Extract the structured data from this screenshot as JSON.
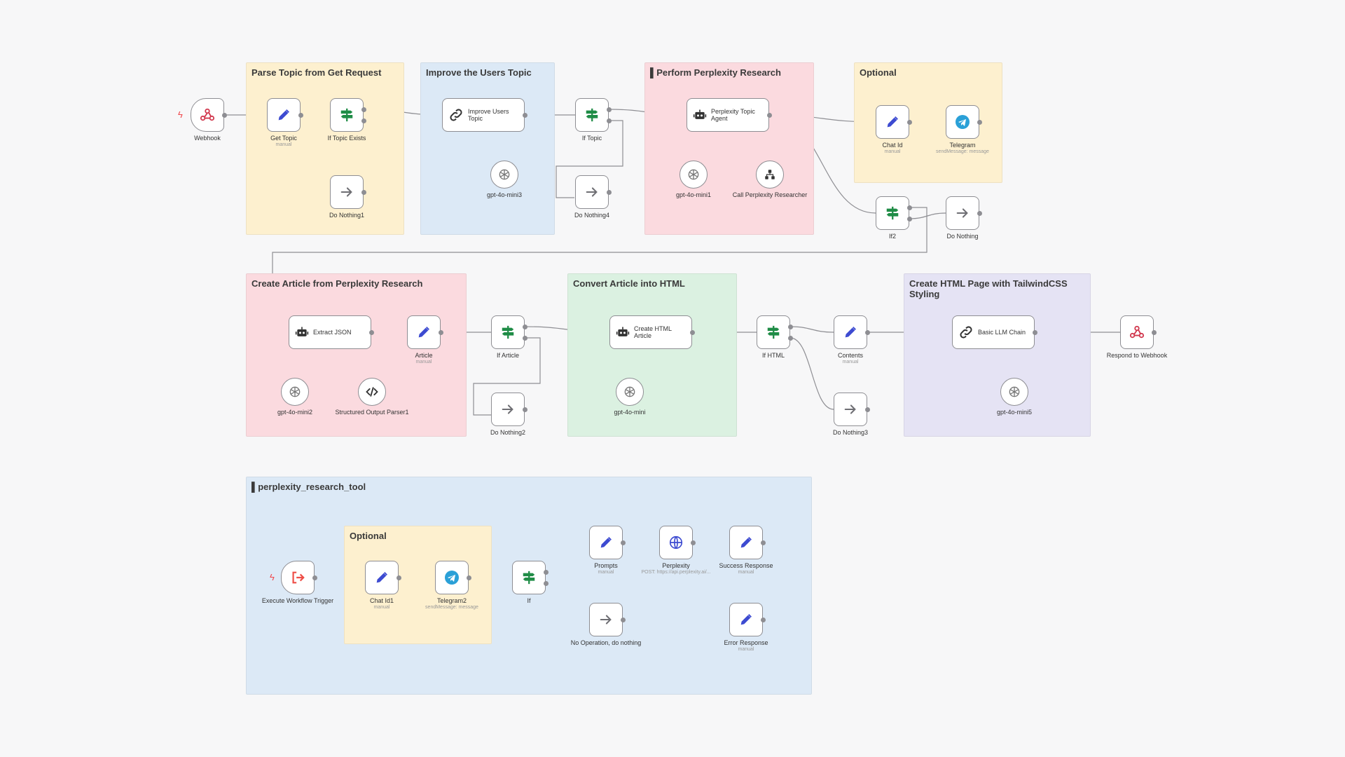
{
  "colors": {
    "group_yellow": "#fdf0cf",
    "group_blue": "#dce9f6",
    "group_red": "#fbdadf",
    "group_green": "#dbf1e1",
    "group_purple": "#e5e3f4",
    "icon_blue": "#3d4bd1",
    "icon_green": "#1f8c46",
    "icon_red": "#ee4e47",
    "telegram": "#2aa0d7",
    "connection": "#8e8e93"
  },
  "groups": [
    {
      "id": "g1",
      "title": "Parse Topic from Get Request",
      "color": "#fdf0cf"
    },
    {
      "id": "g2",
      "title": "Improve the Users Topic",
      "color": "#dce9f6"
    },
    {
      "id": "g3",
      "title": "▌Perform Perplexity Research",
      "color": "#fbdadf"
    },
    {
      "id": "g4",
      "title": "Optional",
      "color": "#fdf0cf"
    },
    {
      "id": "g5",
      "title": "Create Article from Perplexity Research",
      "color": "#fbdadf"
    },
    {
      "id": "g6",
      "title": "Convert Article into HTML",
      "color": "#dbf1e1"
    },
    {
      "id": "g7",
      "title": "Create HTML Page with TailwindCSS Styling",
      "color": "#e5e3f4"
    },
    {
      "id": "g8",
      "title": "▌perplexity_research_tool",
      "color": "#dce9f6"
    },
    {
      "id": "g9",
      "title": "Optional",
      "color": "#fdf0cf"
    }
  ],
  "nodes": [
    {
      "id": "webhook",
      "label": "Webhook",
      "sub": "",
      "icon": "webhook-icon"
    },
    {
      "id": "get_topic",
      "label": "Get Topic",
      "sub": "manual",
      "icon": "pencil-icon"
    },
    {
      "id": "if_topic_exists",
      "label": "If Topic Exists",
      "sub": "",
      "icon": "if-icon"
    },
    {
      "id": "do_nothing1",
      "label": "Do Nothing1",
      "sub": "",
      "icon": "arrow-right-icon"
    },
    {
      "id": "improve_users_topic",
      "label": "Improve Users Topic",
      "sub": "",
      "icon": "chain-icon"
    },
    {
      "id": "gpt_mini3",
      "label": "gpt-4o-mini3",
      "sub": "",
      "icon": "openai-icon"
    },
    {
      "id": "if_topic",
      "label": "If Topic",
      "sub": "",
      "icon": "if-icon"
    },
    {
      "id": "do_nothing4",
      "label": "Do Nothing4",
      "sub": "",
      "icon": "arrow-right-icon"
    },
    {
      "id": "perplexity_topic_agent",
      "label": "Perplexity Topic Agent",
      "sub": "",
      "icon": "robot-icon"
    },
    {
      "id": "gpt_mini1",
      "label": "gpt-4o-mini1",
      "sub": "",
      "icon": "openai-icon"
    },
    {
      "id": "call_perplexity",
      "label": "Call Perplexity Researcher",
      "sub": "",
      "icon": "workflow-icon"
    },
    {
      "id": "chat_id",
      "label": "Chat Id",
      "sub": "manual",
      "icon": "pencil-icon"
    },
    {
      "id": "telegram",
      "label": "Telegram",
      "sub": "sendMessage: message",
      "icon": "telegram-icon"
    },
    {
      "id": "if2",
      "label": "If2",
      "sub": "",
      "icon": "if-icon"
    },
    {
      "id": "do_nothing",
      "label": "Do Nothing",
      "sub": "",
      "icon": "arrow-right-icon"
    },
    {
      "id": "extract_json",
      "label": "Extract JSON",
      "sub": "",
      "icon": "robot-icon"
    },
    {
      "id": "gpt_mini2",
      "label": "gpt-4o-mini2",
      "sub": "",
      "icon": "openai-icon"
    },
    {
      "id": "structured_parser",
      "label": "Structured Output Parser1",
      "sub": "",
      "icon": "code-icon"
    },
    {
      "id": "article",
      "label": "Article",
      "sub": "manual",
      "icon": "pencil-icon"
    },
    {
      "id": "if_article",
      "label": "If Article",
      "sub": "",
      "icon": "if-icon"
    },
    {
      "id": "do_nothing2",
      "label": "Do Nothing2",
      "sub": "",
      "icon": "arrow-right-icon"
    },
    {
      "id": "create_html_article",
      "label": "Create HTML Article",
      "sub": "",
      "icon": "robot-icon"
    },
    {
      "id": "gpt_mini",
      "label": "gpt-4o-mini",
      "sub": "",
      "icon": "openai-icon"
    },
    {
      "id": "if_html",
      "label": "If HTML",
      "sub": "",
      "icon": "if-icon"
    },
    {
      "id": "contents",
      "label": "Contents",
      "sub": "manual",
      "icon": "pencil-icon"
    },
    {
      "id": "do_nothing3",
      "label": "Do Nothing3",
      "sub": "",
      "icon": "arrow-right-icon"
    },
    {
      "id": "basic_llm_chain",
      "label": "Basic LLM Chain",
      "sub": "",
      "icon": "chain-icon"
    },
    {
      "id": "gpt_mini5",
      "label": "gpt-4o-mini5",
      "sub": "",
      "icon": "openai-icon"
    },
    {
      "id": "respond_webhook",
      "label": "Respond to Webhook",
      "sub": "",
      "icon": "webhook-icon"
    },
    {
      "id": "exec_trigger",
      "label": "Execute Workflow Trigger",
      "sub": "",
      "icon": "exit-icon"
    },
    {
      "id": "chat_id1",
      "label": "Chat Id1",
      "sub": "manual",
      "icon": "pencil-icon"
    },
    {
      "id": "telegram2",
      "label": "Telegram2",
      "sub": "sendMessage: message",
      "icon": "telegram-icon"
    },
    {
      "id": "if",
      "label": "If",
      "sub": "",
      "icon": "if-icon"
    },
    {
      "id": "prompts",
      "label": "Prompts",
      "sub": "manual",
      "icon": "pencil-icon"
    },
    {
      "id": "perplexity",
      "label": "Perplexity",
      "sub": "POST: https://api.perplexity.ai/...",
      "icon": "globe-icon"
    },
    {
      "id": "success_response",
      "label": "Success Response",
      "sub": "manual",
      "icon": "pencil-icon"
    },
    {
      "id": "no_op",
      "label": "No Operation, do nothing",
      "sub": "",
      "icon": "arrow-right-icon"
    },
    {
      "id": "error_response",
      "label": "Error Response",
      "sub": "manual",
      "icon": "pencil-icon"
    }
  ]
}
